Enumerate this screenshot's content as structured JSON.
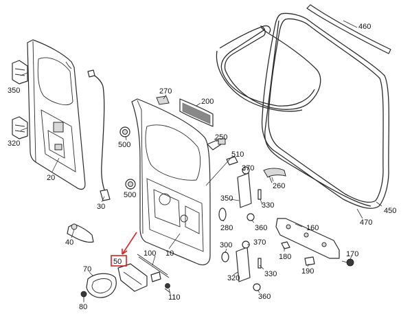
{
  "callouts": [
    {
      "id": "c460",
      "text": "460"
    },
    {
      "id": "c350a",
      "text": "350"
    },
    {
      "id": "c320a",
      "text": "320"
    },
    {
      "id": "c20",
      "text": "20"
    },
    {
      "id": "c30",
      "text": "30"
    },
    {
      "id": "c270",
      "text": "270"
    },
    {
      "id": "c200",
      "text": "200"
    },
    {
      "id": "c500a",
      "text": "500"
    },
    {
      "id": "c250",
      "text": "250"
    },
    {
      "id": "c510",
      "text": "510"
    },
    {
      "id": "c370a",
      "text": "370"
    },
    {
      "id": "c260",
      "text": "260"
    },
    {
      "id": "c500b",
      "text": "500"
    },
    {
      "id": "c350b",
      "text": "350"
    },
    {
      "id": "c330a",
      "text": "330"
    },
    {
      "id": "c450",
      "text": "450"
    },
    {
      "id": "c280",
      "text": "280"
    },
    {
      "id": "c360a",
      "text": "360"
    },
    {
      "id": "c160",
      "text": "160"
    },
    {
      "id": "c470",
      "text": "470"
    },
    {
      "id": "c40",
      "text": "40"
    },
    {
      "id": "c100",
      "text": "100"
    },
    {
      "id": "c10",
      "text": "10"
    },
    {
      "id": "c300",
      "text": "300"
    },
    {
      "id": "c370b",
      "text": "370"
    },
    {
      "id": "c180",
      "text": "180"
    },
    {
      "id": "c170",
      "text": "170"
    },
    {
      "id": "c50",
      "text": "50"
    },
    {
      "id": "c70",
      "text": "70"
    },
    {
      "id": "c320b",
      "text": "320"
    },
    {
      "id": "c330b",
      "text": "330"
    },
    {
      "id": "c190",
      "text": "190"
    },
    {
      "id": "c110",
      "text": "110"
    },
    {
      "id": "c80",
      "text": "80"
    },
    {
      "id": "c360b",
      "text": "360"
    }
  ],
  "highlight": {
    "part_number": "50",
    "color": "#d42020"
  },
  "colors": {
    "line": "#2a2a2a",
    "highlight": "#d42020",
    "background": "#ffffff"
  }
}
